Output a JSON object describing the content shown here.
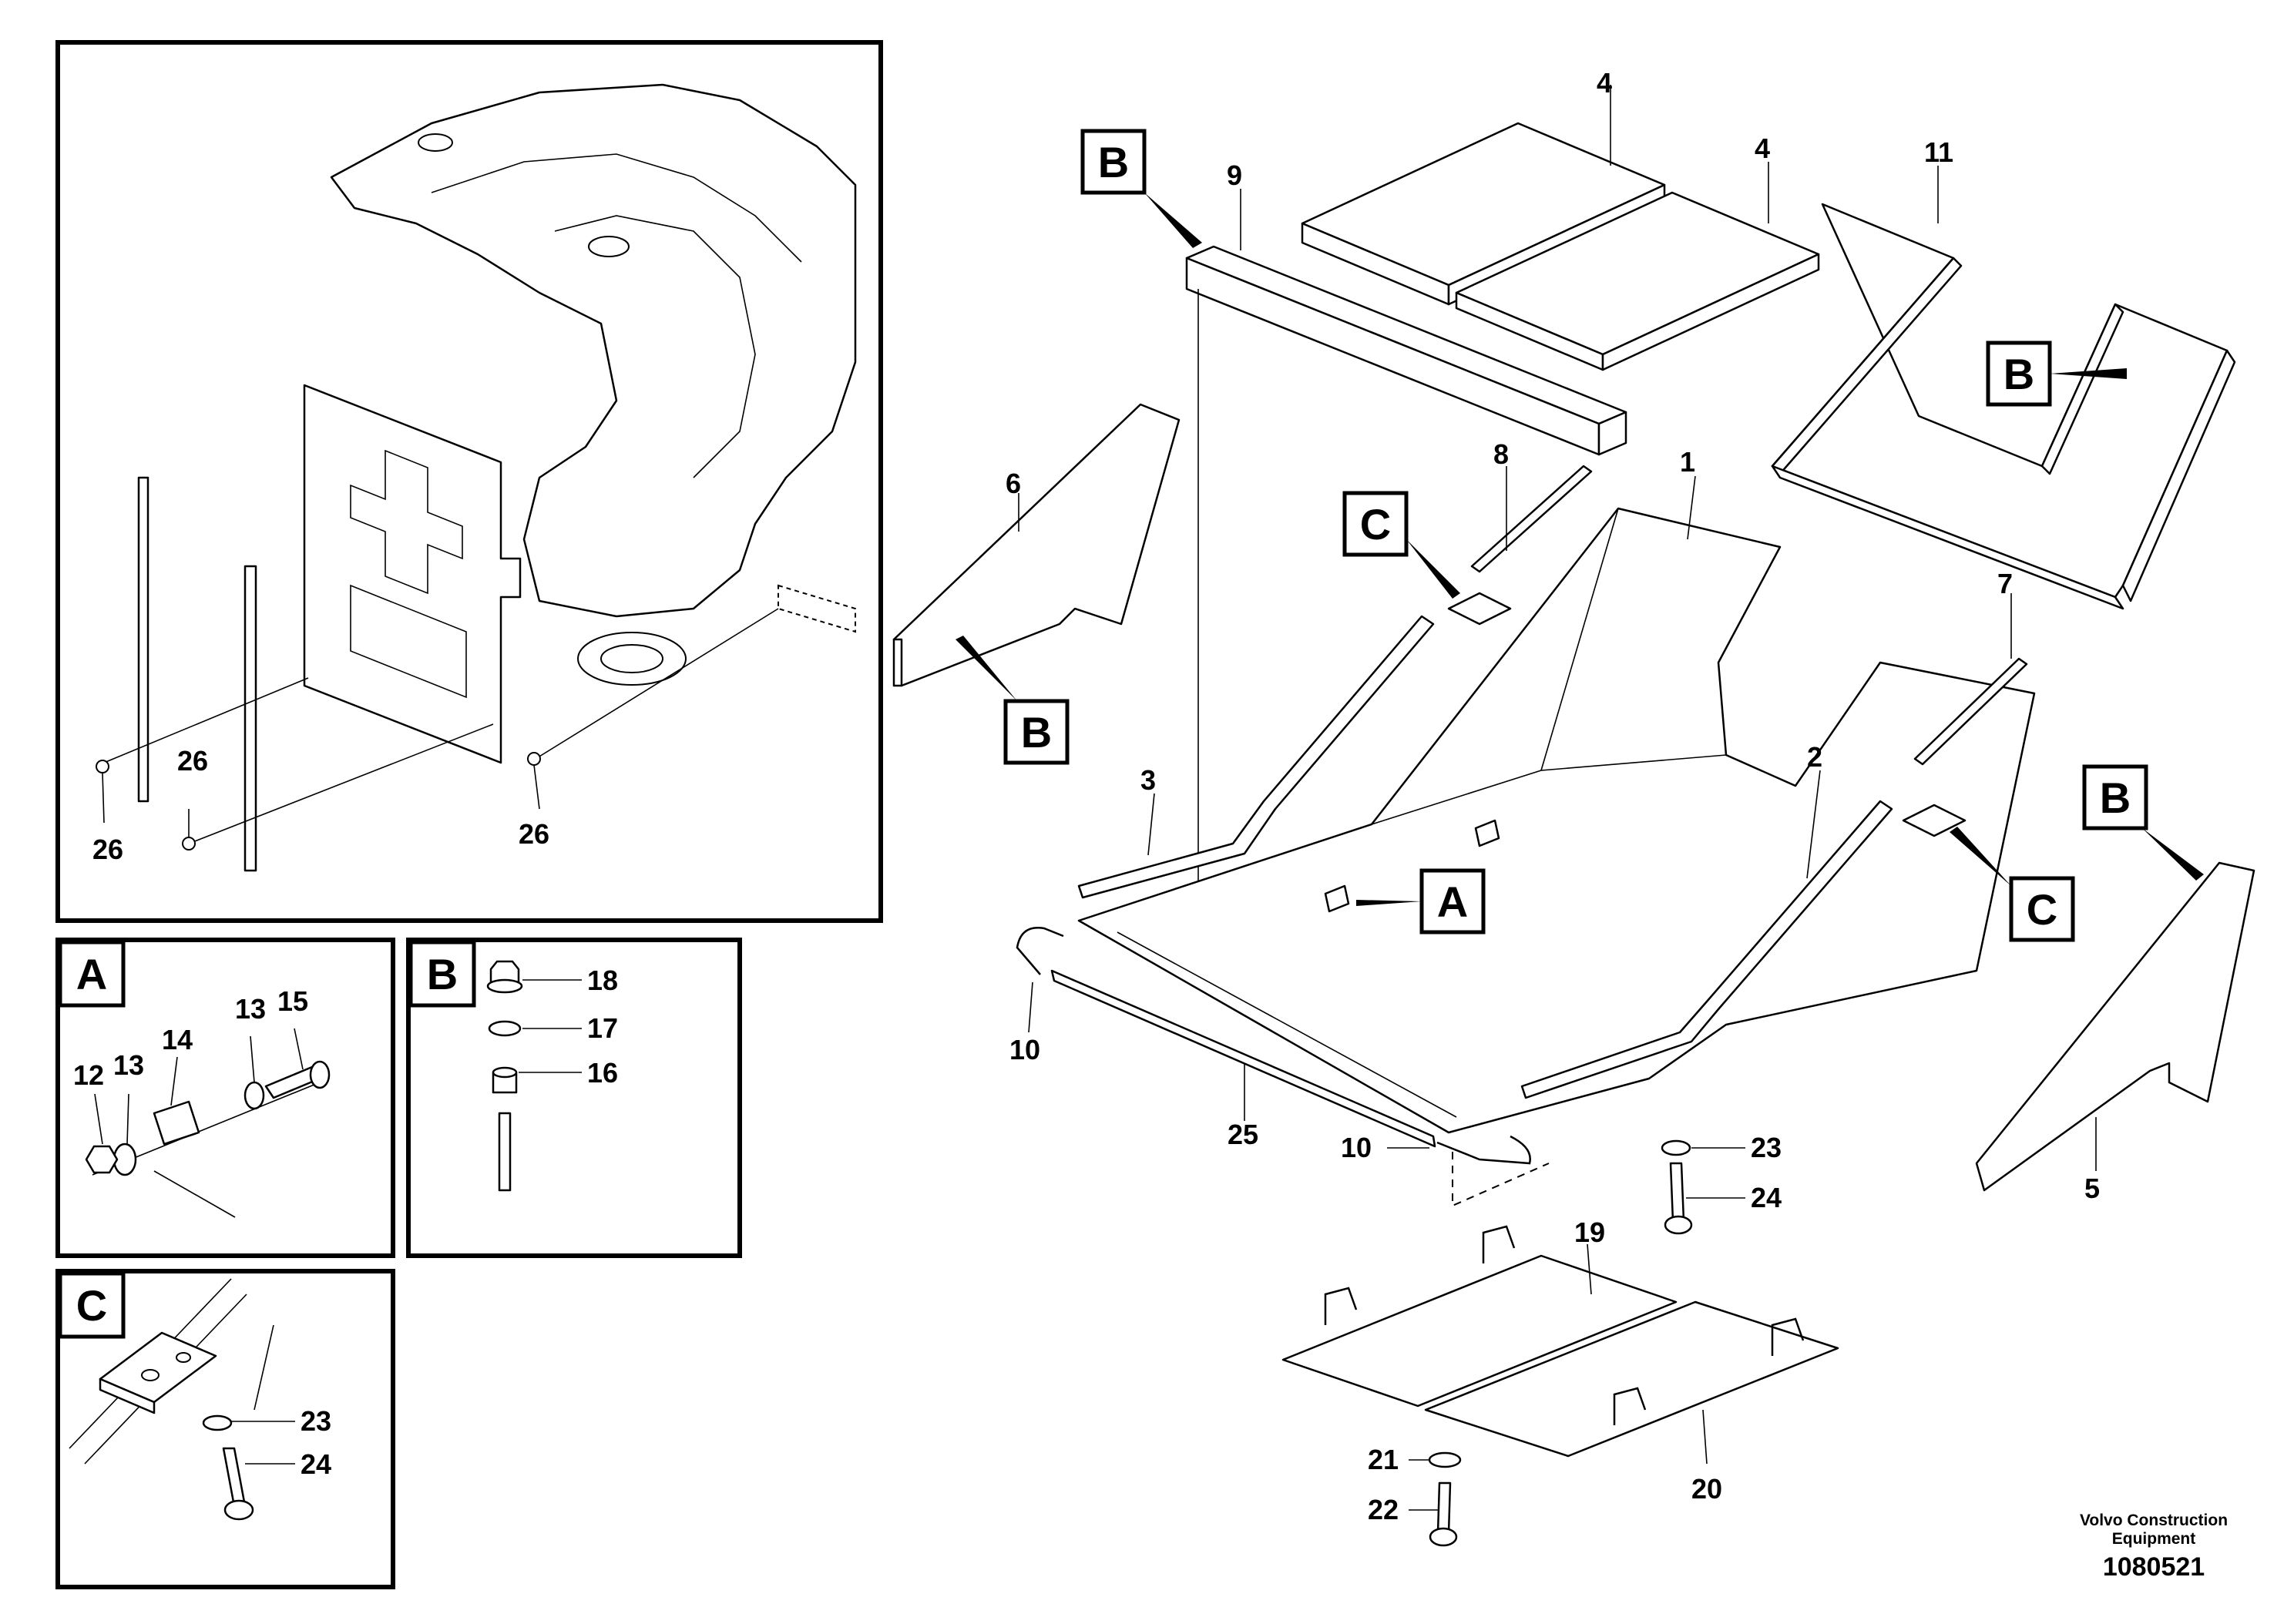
{
  "diagram": {
    "callouts": {
      "p1": "1",
      "p2": "2",
      "p3": "3",
      "p4a": "4",
      "p4b": "4",
      "p5": "5",
      "p6": "6",
      "p7": "7",
      "p8": "8",
      "p9": "9",
      "p10a": "10",
      "p10b": "10",
      "p11": "11",
      "p12": "12",
      "p13a": "13",
      "p13b": "13",
      "p14": "14",
      "p15": "15",
      "p16": "16",
      "p17": "17",
      "p18": "18",
      "p19": "19",
      "p20": "20",
      "p21": "21",
      "p22": "22",
      "p23a": "23",
      "p23b": "23",
      "p24a": "24",
      "p24b": "24",
      "p25": "25",
      "p26a": "26",
      "p26b": "26",
      "p26c": "26"
    },
    "detail_labels": {
      "a_inset": "A",
      "b_inset": "B",
      "c_inset": "C",
      "b_top": "B",
      "b_left": "B",
      "b_right_plate": "B",
      "b_right_side": "B",
      "c_left": "C",
      "c_right": "C",
      "a_main": "A"
    },
    "footer": {
      "company_line1": "Volvo Construction",
      "company_line2": "Equipment",
      "drawing_number": "1080521"
    }
  }
}
